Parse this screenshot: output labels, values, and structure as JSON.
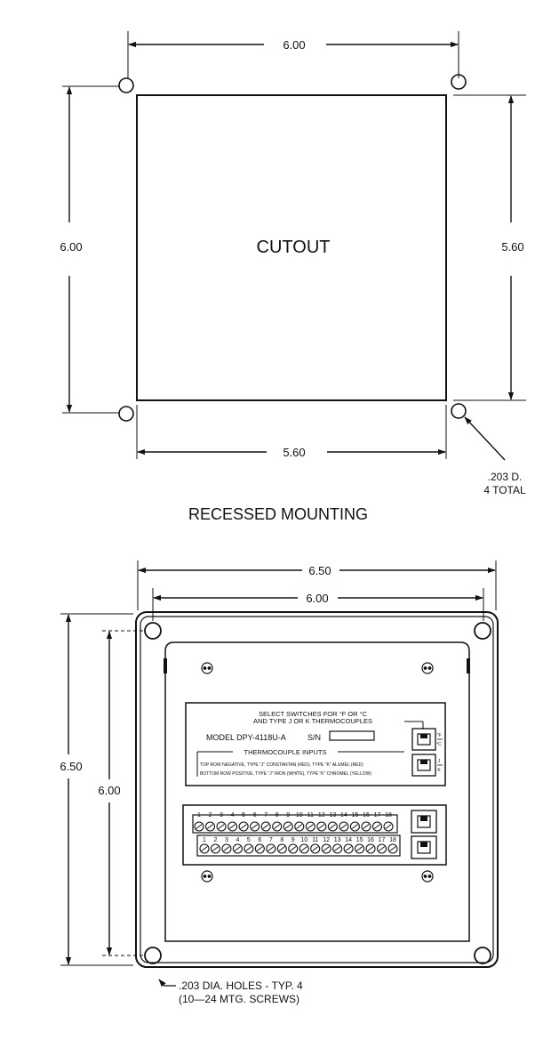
{
  "recessed_mounting": {
    "cutout_label": "CUTOUT",
    "top_width": "6.00",
    "left_height": "6.00",
    "right_height": "5.60",
    "bottom_width": "5.60",
    "hole_note_line1": ".203 D.",
    "hole_note_line2": "4 TOTAL",
    "title": "RECESSED MOUNTING"
  },
  "rear_panel": {
    "outer_width": "6.50",
    "hole_spacing_width": "6.00",
    "outer_height": "6.50",
    "hole_spacing_height": "6.00",
    "hole_note_line1": ".203 DIA. HOLES - TYP. 4",
    "hole_note_line2": "(10—24 MTG. SCREWS)",
    "label": {
      "select_line1": "SELECT SWITCHES FOR °F OR °C",
      "select_line2": "AND TYPE J OR K THERMOCOUPLES",
      "model": "MODEL DPY-4118U-A",
      "serial_prefix": "S/N",
      "tc_inputs": "THERMOCOUPLE INPUTS",
      "top_row_note": "TOP ROW NEGATIVE, TYPE \"J\" CONSTANTAN (RED), TYPE \"K\" ALUMEL (RED)",
      "bottom_row_note": "BOTTOM ROW POSITIVE, TYPE \"J\" IRON (WHITE), TYPE \"K\" CHROMEL (YELLOW)",
      "switch1_top": "°F",
      "switch1_bottom": "°C",
      "switch2_top": "J",
      "switch2_bottom": "K"
    },
    "terminal_numbers": [
      "1",
      "2",
      "3",
      "4",
      "5",
      "6",
      "7",
      "8",
      "9",
      "10",
      "11",
      "12",
      "13",
      "14",
      "15",
      "16",
      "17",
      "18"
    ]
  }
}
